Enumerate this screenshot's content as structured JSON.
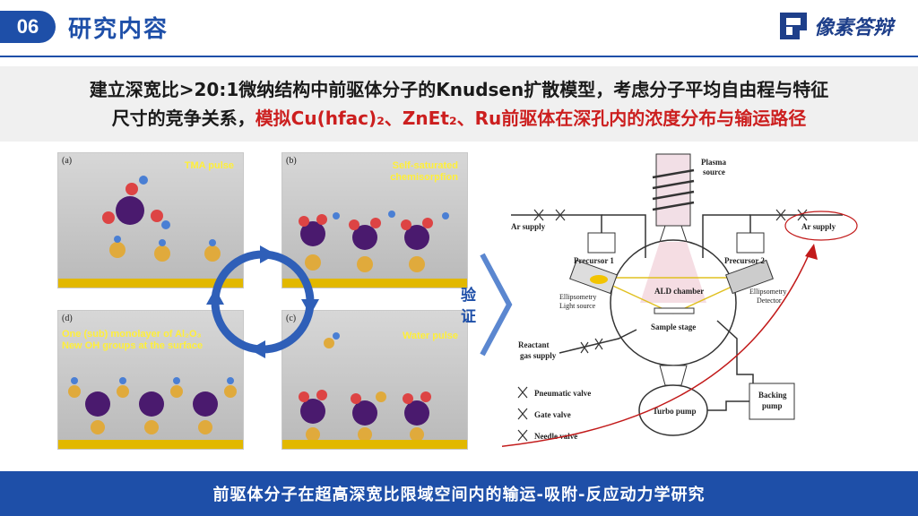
{
  "header": {
    "section_number": "06",
    "section_title": "研究内容",
    "logo_text": "像素答辩"
  },
  "subtitle": {
    "line1": "建立深宽比>20:1微纳结构中前驱体分子的Knudsen扩散模型，考虑分子平均自由程与特征",
    "line2_plain": "尺寸的竞争关系，",
    "line2_red": "模拟Cu(hfac)₂、ZnEt₂、Ru前驱体在深孔内的浓度分布与输运路径"
  },
  "ald_cycle": {
    "panel_a": {
      "label": "(a)",
      "caption": "TMA pulse"
    },
    "panel_b": {
      "label": "(b)",
      "caption_line1": "Self-saturated",
      "caption_line2": "chemisorpfion"
    },
    "panel_c": {
      "label": "(c)",
      "caption": "Water pulse"
    },
    "panel_d": {
      "label": "(d)",
      "caption_line1": "One (sub) monolayer of Al₂O₃",
      "caption_line2": "New OH groups at the surface"
    }
  },
  "verify_label_1": "验",
  "verify_label_2": "证",
  "schematic": {
    "plasma_source_1": "Plasma",
    "plasma_source_2": "source",
    "ar_supply_left": "Ar supply",
    "ar_supply_right": "Ar supply",
    "precursor_1": "Precursor 1",
    "precursor_2": "Precursor 2",
    "ald_chamber": "ALD chamber",
    "ellipsometry_light_1": "Ellipsometry",
    "ellipsometry_light_2": "Light source",
    "ellipsometry_det_1": "Ellipsometry",
    "ellipsometry_det_2": "Detector",
    "sample_stage": "Sample stage",
    "reactant_1": "Reactant",
    "reactant_2": "gas supply",
    "pneumatic_valve": "Pneumatic valve",
    "gate_valve": "Gate valve",
    "needle_valve": "Needle valve",
    "turbo_pump": "Turbo pump",
    "backing_pump_1": "Backing",
    "backing_pump_2": "pump"
  },
  "footer": "前驱体分子在超高深宽比限域空间内的输运-吸附-反应动力学研究",
  "colors": {
    "brand_blue": "#1e4fa8",
    "highlight_red": "#cc1f1f",
    "caption_yellow": "#ffef3a"
  }
}
